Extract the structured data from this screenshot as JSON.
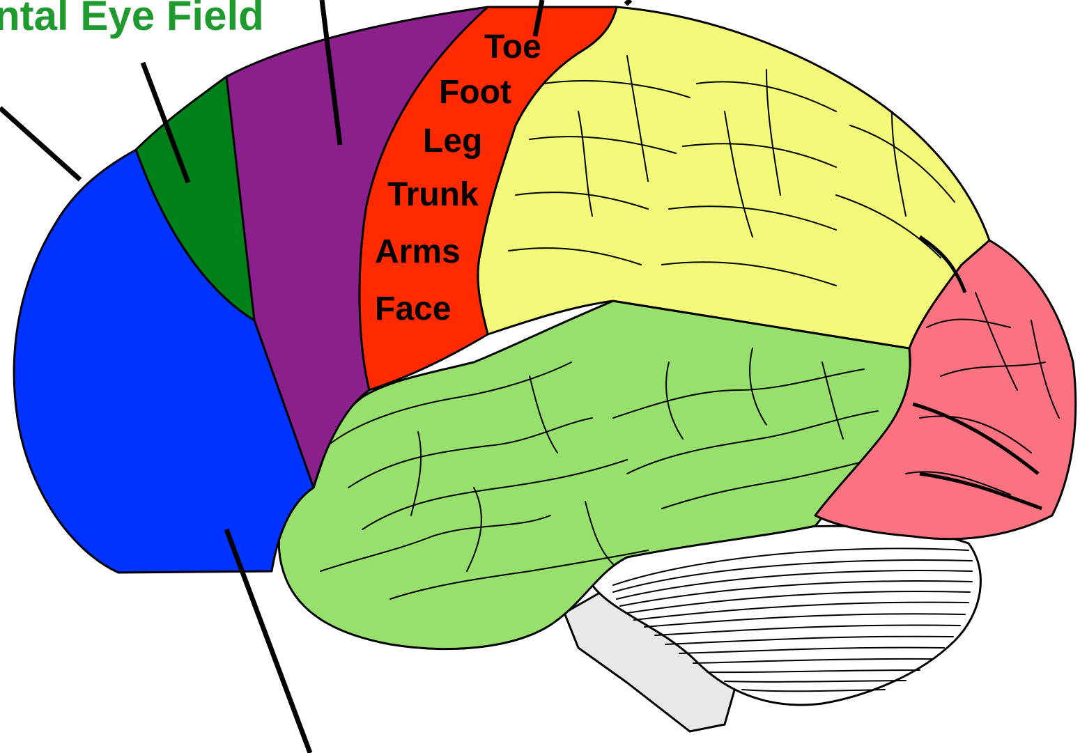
{
  "labels": {
    "frontal_eye_field": "ntal Eye Field"
  },
  "motor_homunculus": [
    "Toe",
    "Foot",
    "Leg",
    "Trunk",
    "Arms",
    "Face"
  ],
  "colors": {
    "prefrontal": "#0033ff",
    "frontal_eye_field": "#008018",
    "premotor": "#8b1f8c",
    "primary_motor": "#ff2a00",
    "parietal": "#f3fa7a",
    "temporal": "#98e06e",
    "occipital": "#fb7380",
    "cerebellum": "#ffffff",
    "brainstem": "#e8e8e8",
    "label_green": "#1e9a2e"
  }
}
